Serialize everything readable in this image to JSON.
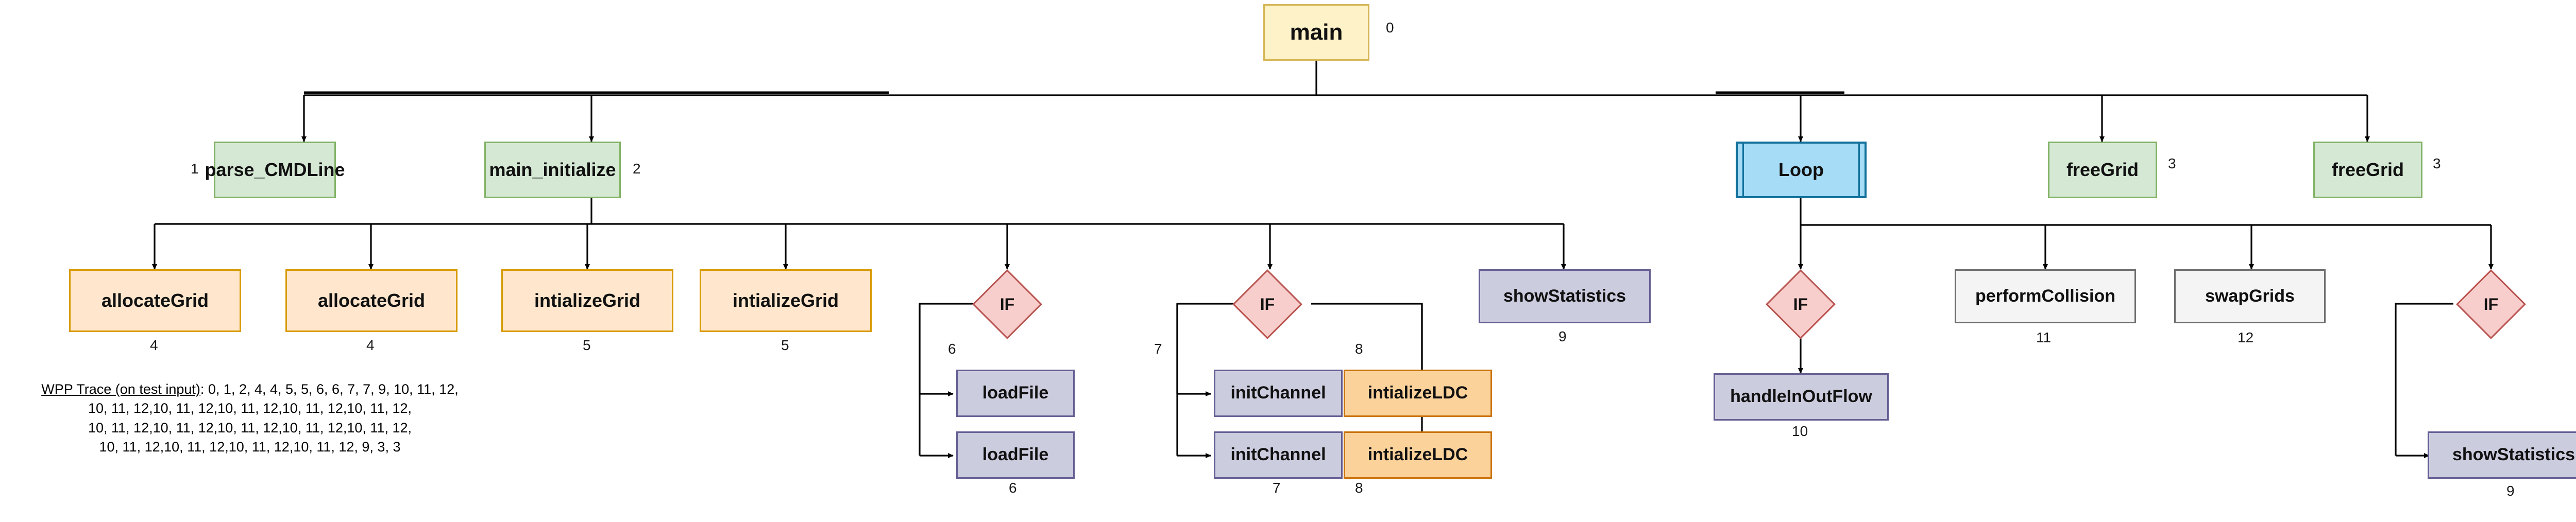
{
  "diagram": {
    "title_note": "WPP Trace (on test input)",
    "nodes": {
      "main": {
        "label": "main",
        "index": "0"
      },
      "parse_cmdline": {
        "label": "parse_CMDLine",
        "index": "1"
      },
      "main_initialize": {
        "label": "main_initialize",
        "index": "2"
      },
      "loop": {
        "label": "Loop",
        "index": ""
      },
      "free_grid_1": {
        "label": "freeGrid",
        "index": "3"
      },
      "free_grid_2": {
        "label": "freeGrid",
        "index": "3"
      },
      "allocate_grid_1": {
        "label": "allocateGrid",
        "index": "4"
      },
      "allocate_grid_2": {
        "label": "allocateGrid",
        "index": "4"
      },
      "intialize_grid_1": {
        "label": "intializeGrid",
        "index": "5"
      },
      "intialize_grid_2": {
        "label": "intializeGrid",
        "index": "5"
      },
      "if_loadfile": {
        "label": "IF",
        "index": "6"
      },
      "load_file_1": {
        "label": "loadFile",
        "index": ""
      },
      "load_file_2": {
        "label": "loadFile",
        "index": "6"
      },
      "if_initchannel": {
        "label": "IF",
        "index": "7"
      },
      "init_channel_1": {
        "label": "initChannel",
        "index": ""
      },
      "init_channel_2": {
        "label": "initChannel",
        "index": "7"
      },
      "intialize_ldc_1": {
        "label": "intializeLDC",
        "index": "8"
      },
      "intialize_ldc_2": {
        "label": "intializeLDC",
        "index": "8"
      },
      "show_statistics_1": {
        "label": "showStatistics",
        "index": "9"
      },
      "if_inoutflow": {
        "label": "IF",
        "index": ""
      },
      "handle_inoutflow": {
        "label": "handleInOutFlow",
        "index": "10"
      },
      "perform_collision": {
        "label": "performCollision",
        "index": "11"
      },
      "swap_grids": {
        "label": "swapGrids",
        "index": "12"
      },
      "if_showstats": {
        "label": "IF",
        "index": ""
      },
      "show_statistics_2": {
        "label": "showStatistics",
        "index": "9"
      }
    },
    "trace": {
      "label": "WPP Trace (on test input)",
      "separator": ": ",
      "lines": [
        "0, 1, 2, 4, 4, 5, 5, 6, 6, 7, 7, 9, 10, 11, 12,",
        "10, 11, 12,10, 11, 12,10, 11, 12,10, 11, 12,10, 11, 12,",
        "10, 11, 12,10, 11, 12,10, 11, 12,10, 11, 12,10, 11, 12,",
        "10, 11, 12,10, 11, 12,10, 11, 12,10, 11, 12, 9, 3, 3"
      ]
    },
    "colors": {
      "yellow_fill": "#fdf2c8",
      "yellow_stroke": "#d6b656",
      "green_fill": "#d5e8d4",
      "green_stroke": "#82b366",
      "orange_fill": "#ffe6cc",
      "orange_stroke": "#d79b00",
      "orange2_fill": "#fcd29b",
      "orange2_stroke": "#c9730a",
      "purple_fill": "#ccccdf",
      "purple_stroke": "#645f93",
      "gray_fill": "#f4f4f4",
      "gray_stroke": "#6e6e6e",
      "diamond_fill": "#f8cecc",
      "diamond_stroke": "#b85450",
      "loop_fill": "#a6dcf5",
      "loop_stroke": "#12719c",
      "edge": "#000000"
    }
  }
}
